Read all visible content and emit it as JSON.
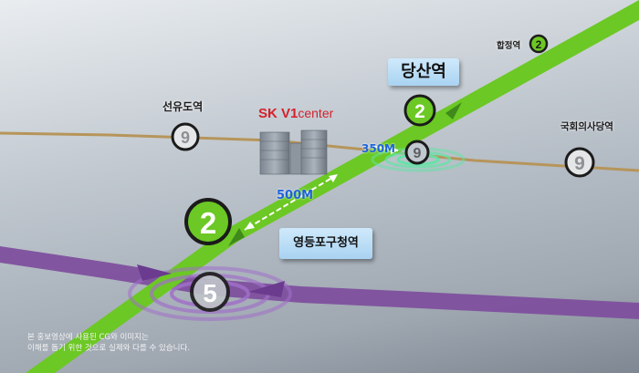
{
  "brand": {
    "sk": "SK V1",
    "center": "center"
  },
  "stations": {
    "dangsan": {
      "name": "당산역",
      "line": "2"
    },
    "hapjeong": {
      "name": "합정역",
      "line": "2"
    },
    "seonyudo": {
      "name": "선유도역",
      "line": "9"
    },
    "national_assembly": {
      "name": "국회의사당역",
      "line": "9"
    },
    "yeongdeungpo": {
      "name": "영등포구청역",
      "line": "5",
      "line2": "2"
    },
    "dangsan_line9": {
      "line": "9"
    }
  },
  "distances": {
    "to_line9": "350M",
    "to_yeongdeungpo": "500M"
  },
  "disclaimer": {
    "line1": "본 홍보영상에 사용된 CG와 이미지는",
    "line2": "이해를 돕기 위한 것으로 실제와 다를 수 있습니다."
  },
  "colors": {
    "line2_green": "#6cc824",
    "line5_purple": "#7e4f9e",
    "line9_brown": "#b6955a",
    "label_blue": "#b7dcf6",
    "distance_blue": "#1f62d8",
    "brand_red": "#d3222e"
  }
}
